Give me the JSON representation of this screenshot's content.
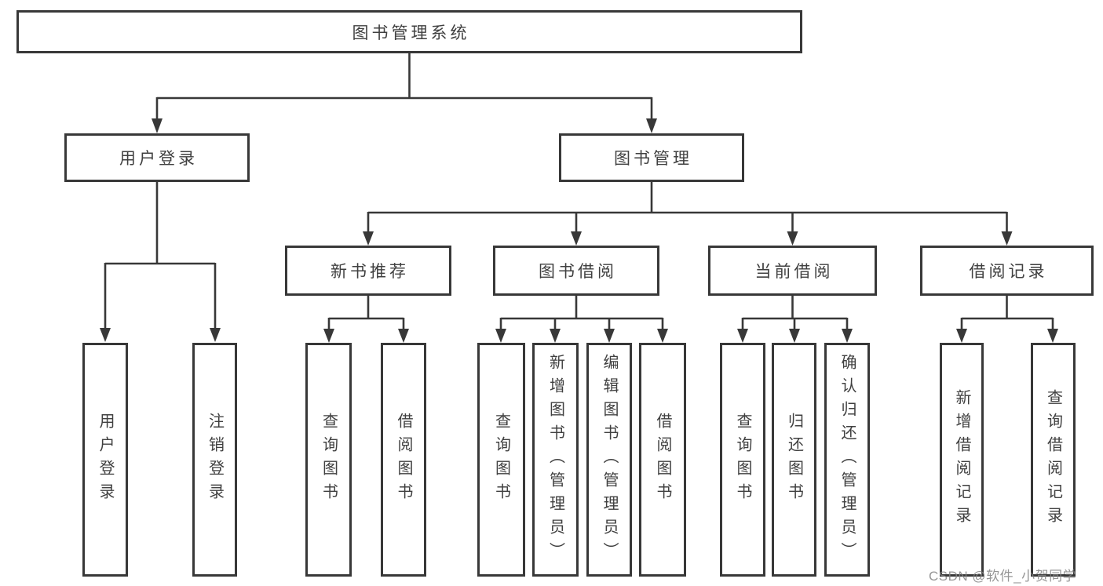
{
  "diagram": {
    "tree": {
      "root": {
        "label": "图书管理系统"
      },
      "user_login": {
        "label": "用户登录",
        "children": [
          {
            "label": "用户登录"
          },
          {
            "label": "注销登录"
          }
        ]
      },
      "book_mgmt": {
        "label": "图书管理"
      },
      "new_books": {
        "label": "新书推荐",
        "children": [
          {
            "label": "查询图书"
          },
          {
            "label": "借阅图书"
          }
        ]
      },
      "borrowing": {
        "label": "图书借阅",
        "children": [
          {
            "label": "查询图书"
          },
          {
            "label": "新增图书（管理员）"
          },
          {
            "label": "编辑图书（管理员）"
          },
          {
            "label": "借阅图书"
          }
        ]
      },
      "current": {
        "label": "当前借阅",
        "children": [
          {
            "label": "查询图书"
          },
          {
            "label": "归还图书"
          },
          {
            "label": "确认归还（管理员）"
          }
        ]
      },
      "records": {
        "label": "借阅记录",
        "children": [
          {
            "label": "新增借阅记录"
          },
          {
            "label": "查询借阅记录"
          }
        ]
      }
    },
    "colors": {
      "line": "#383838",
      "text": "#404040",
      "background": "#ffffff",
      "watermark": "#848484"
    }
  },
  "watermark": {
    "text": "CSDN @软件_小贺同学"
  }
}
